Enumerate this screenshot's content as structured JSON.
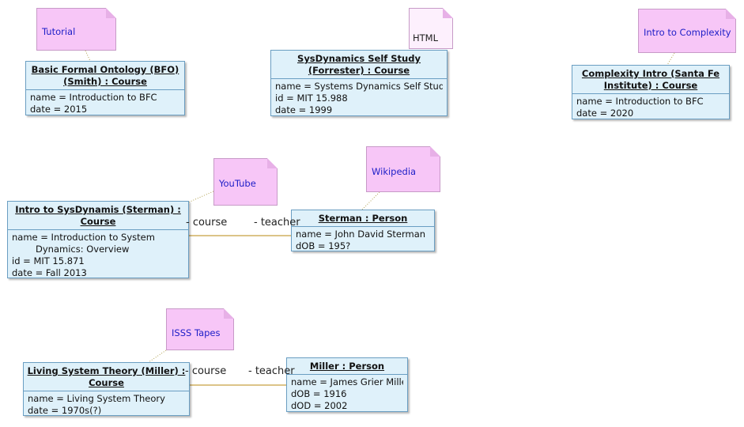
{
  "notes": {
    "tutorial": "Tutorial",
    "html": "HTML",
    "intro_complexity": "Intro to Complexity",
    "youtube": "YouTube",
    "wikipedia": "Wikipedia",
    "isss": "ISSS Tapes"
  },
  "objects": {
    "bfo": {
      "title_1": "Basic Formal Ontology (BFO)",
      "title_2": "(Smith) : Course",
      "attr_1": "name = Introduction to BFC",
      "attr_2": "date = 2015"
    },
    "sysdyn_self": {
      "title_1": "SysDynamics Self Study",
      "title_2": "(Forrester) : Course",
      "attr_1": "name = Systems Dynamics Self Study",
      "attr_2": "id = MIT 15.988",
      "attr_3": "date = 1999"
    },
    "complexity": {
      "title_1": "Complexity Intro (Santa Fe",
      "title_2": "Institute) : Course",
      "attr_1": "name = Introduction to BFC",
      "attr_2": "date = 2020"
    },
    "sterman_course": {
      "title_1": "Intro to SysDynamis (Sterman) :",
      "title_2": "Course",
      "attr_1": "name = Introduction to System",
      "attr_1b": "Dynamics: Overview",
      "attr_2": "id = MIT 15.871",
      "attr_3": "date = Fall 2013"
    },
    "sterman_person": {
      "title_1": "Sterman : Person",
      "attr_1": "name = John David Sterman",
      "attr_2": "dOB = 195?"
    },
    "miller_course": {
      "title_1": "Living System Theory (Miller) :",
      "title_2": "Course",
      "attr_1": "name = Living System Theory",
      "attr_2": "date = 1970s(?)"
    },
    "miller_person": {
      "title_1": "Miller : Person",
      "attr_1": "name = James Grier Miller",
      "attr_2": "dOB = 1916",
      "attr_3": "dOD = 2002"
    }
  },
  "links": {
    "sterman": {
      "course_role": "- course",
      "teacher_role": "- teacher"
    },
    "miller": {
      "course_role": "- course",
      "teacher_role": "- teacher"
    }
  },
  "colors": {
    "object_fill": "#dff1fa",
    "object_border": "#6a9ec2",
    "note_fill": "#f7c6f7",
    "note_text": "#2020c8",
    "association": "#c8a040",
    "anchor": "#b0a050"
  }
}
